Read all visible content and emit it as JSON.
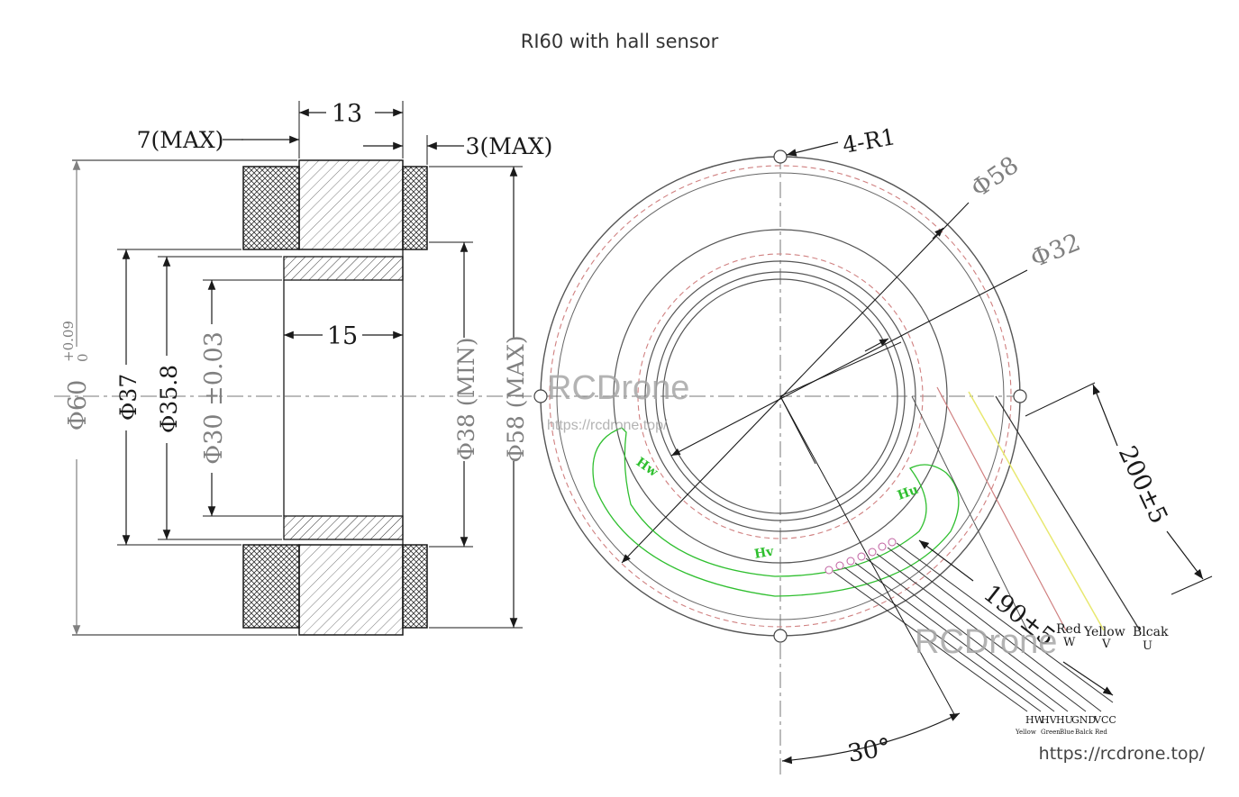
{
  "title": "RI60 with hall sensor",
  "side_view": {
    "dim_7max": "7(MAX)",
    "dim_13": "13",
    "dim_3max": "3(MAX)",
    "dim_15": "15",
    "dim_60_base": "Φ60",
    "dim_60_tol_upper": "+0.09",
    "dim_60_tol_lower": "0",
    "dim_37": "Φ37",
    "dim_358": "Φ35.8",
    "dim_30": "Φ30 ±0.03",
    "dim_38": "Φ38 (MIN)",
    "dim_58": "Φ58 (MAX)"
  },
  "front_view": {
    "dim_4r1": "4-R1",
    "dim_58": "Φ58",
    "dim_32": "Φ32",
    "dim_200": "200±5",
    "dim_190": "190±5",
    "dim_30deg": "30°",
    "hall_u": "Hu",
    "hall_v": "Hv",
    "hall_w": "Hw",
    "wire_colors_top": [
      "Red",
      "Yellow",
      "Blcak"
    ],
    "wire_phases": [
      "W",
      "V",
      "U"
    ],
    "hall_wire_labels": [
      "HW",
      "HV",
      "HU",
      "GND",
      "VCC"
    ],
    "hall_wire_colors": [
      "Yellow",
      "Green",
      "Blue",
      "Balck",
      "Red"
    ]
  },
  "watermarks": {
    "brand": "RCDrone",
    "url_small": "https://rcdrone.top/",
    "brand_2": "RCDrone"
  },
  "footer_url": "https://rcdrone.top/",
  "colors": {
    "line": "#1a1a1a",
    "grey_line": "#8c8c8c",
    "dashed_red": "#d08080",
    "hall_green": "#2fbf2f",
    "wire_yellow": "#e8e870"
  }
}
